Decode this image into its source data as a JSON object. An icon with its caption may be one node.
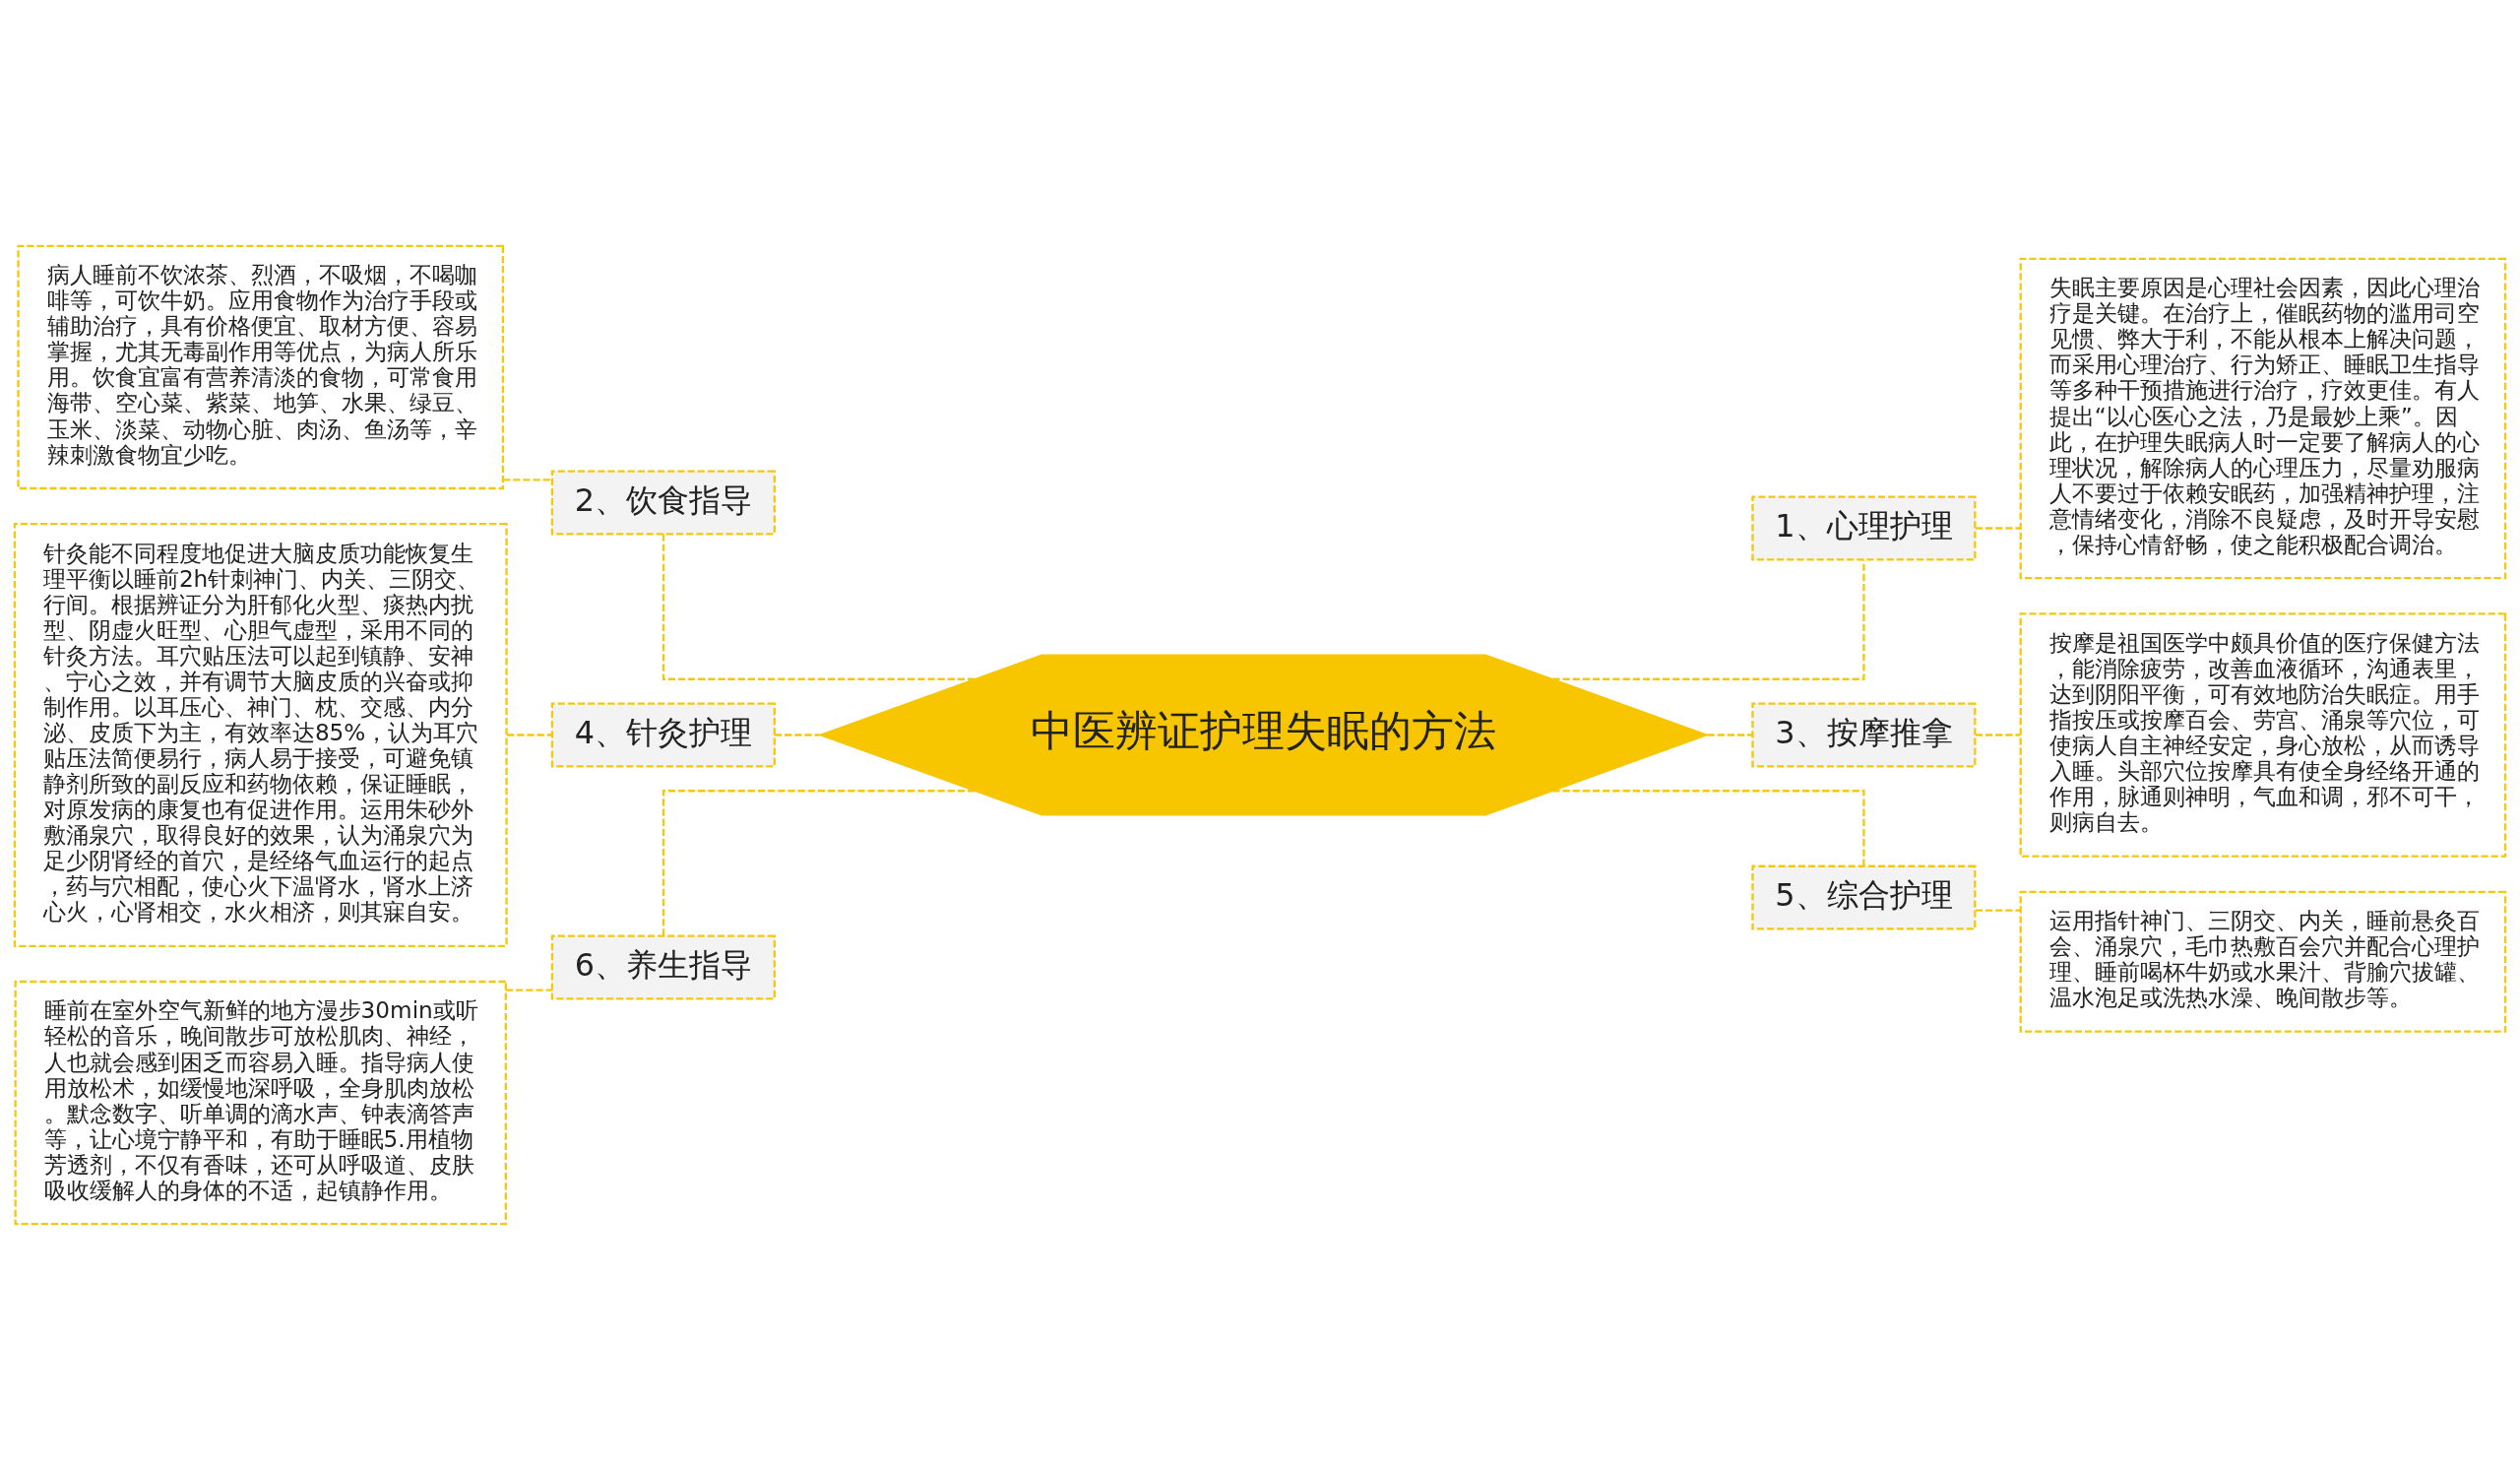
{
  "diagram": {
    "nodes": [
      {
        "text": [
          "中医辨证护理失眠的方法"
        ]
      },
      {
        "text": [
          "1、心理护理"
        ]
      },
      {
        "text": [
          "失眠主要原因是心理社会因素，因此心理治疗是关键。在治疗上，催眠药物的滥用司空见惯、弊大于利，不能从根本上解决问题，而采用心理治疗、行为矫正、睡眠卫生指导等多种干预措施进行治疗，疗效更佳。有人提出“以心医心之法，乃是最妙上乘”。因此，在护理失眠病人时一定要了解病人的心理状况，解除病人的心理压力，尽量劝服病人不要过于依赖安眠药，加强精神护理，注意情绪变化，消除不良疑虑，及时开导安慰，保持心情舒畅，使之能积极配合调治。"
        ]
      },
      {
        "text": [
          "2、饮食指导"
        ]
      },
      {
        "text": [
          "病人睡前不饮浓茶、烈酒，不吸烟，不喝咖啡等，可饮牛奶。应用食物作为治疗手段或辅助治疗，具有价格便宜、取材方便、容易掌握，尤其无毒副作用等优点，为病人所乐用。饮食宜富有营养清淡的食物，可常食用海带、空心菜、紫菜、地笋、水果、绿豆、玉米、淡菜、动物心脏、肉汤、鱼汤等，辛辣刺激食物宜少吃。"
        ]
      },
      {
        "text": [
          "3、按摩推拿"
        ]
      },
      {
        "text": [
          "按摩是祖国医学中颇具价值的医疗保健方法，能消除疲劳，改善血液循环，沟通表里，达到阴阳平衡，可有效地防治失眠症。用手指按压或按摩百会、劳宫、涌泉等穴位，可使病人自主神经安定，身心放松，从而诱导入睡。头部穴位按摩具有使全身经络开通的作用，脉通则神明，气血和调，邪不可干，则病自去。"
        ]
      },
      {
        "text": [
          "4、针灸护理"
        ]
      },
      {
        "text": [
          "针灸能不同程度地促进大脑皮质功能恢复生理平衡以睡前2h针刺神门、内关、三阴交、行间。根据辨证分为肝郁化火型、痰热内扰型、阴虚火旺型、心胆气虚型，采用不同的针灸方法。耳穴贴压法可以起到镇静、安神、宁心之效，并有调节大脑皮质的兴奋或抑制作用。以耳压心、神门、枕、交感、内分泌、皮质下为主，有效率达85%，认为耳穴贴压法简便易行，病人易于接受，可避免镇静剂所致的副反应和药物依赖，保证睡眠，对原发病的康复也有促进作用。运用朱砂外敷涌泉穴，取得良好的效果，认为涌泉穴为足少阴肾经的首穴，是经络气血运行的起点，药与穴相配，使心火下温肾水，肾水上济心火，心肾相交，水火相济，则其寐自安。"
        ]
      },
      {
        "text": [
          "5、综合护理"
        ]
      },
      {
        "text": [
          "运用指针神门、三阴交、内关，睡前悬灸百会、涌泉穴，毛巾热敷百会穴并配合心理护理、睡前喝杯牛奶或水果汁、背腧穴拔罐、温水泡足或洗热水澡、晚间散步等。"
        ]
      },
      {
        "text": [
          "6、养生指导"
        ]
      },
      {
        "text": [
          "睡前在室外空气新鲜的地方漫步30min或听轻松的音乐，晚间散步可放松肌肉、神经，人也就会感到困乏而容易入睡。指导病人使用放松术，如缓慢地深呼吸，全身肌肉放松。默念数字、听单调的滴水声、钟表滴答声等，让心境宁静平和，有助于睡眠5.用植物芳透剂，不仅有香味，还可从呼吸道、皮肤吸收缓解人的身体的不适，起镇静作用。"
        ]
      }
    ],
    "edges": [
      {
        "from": 0,
        "to": 1,
        "arrow": "none",
        "style": "dashed"
      },
      {
        "from": 1,
        "to": 2,
        "arrow": "none",
        "style": "dashed"
      },
      {
        "from": 3,
        "to": 0,
        "arrow": "none",
        "style": "dashed"
      },
      {
        "from": 4,
        "to": 3,
        "arrow": "none",
        "style": "dashed"
      },
      {
        "from": 0,
        "to": 5,
        "arrow": "none",
        "style": "dashed"
      },
      {
        "from": 5,
        "to": 6,
        "arrow": "none",
        "style": "dashed"
      },
      {
        "from": 7,
        "to": 0,
        "arrow": "none",
        "style": "dashed"
      },
      {
        "from": 8,
        "to": 7,
        "arrow": "none",
        "style": "dashed"
      },
      {
        "from": 0,
        "to": 9,
        "arrow": "none",
        "style": "dashed"
      },
      {
        "from": 9,
        "to": 10,
        "arrow": "none",
        "style": "dashed"
      },
      {
        "from": 11,
        "to": 0,
        "arrow": "none",
        "style": "dashed"
      },
      {
        "from": 12,
        "to": 11,
        "arrow": "none",
        "style": "dashed"
      }
    ]
  }
}
